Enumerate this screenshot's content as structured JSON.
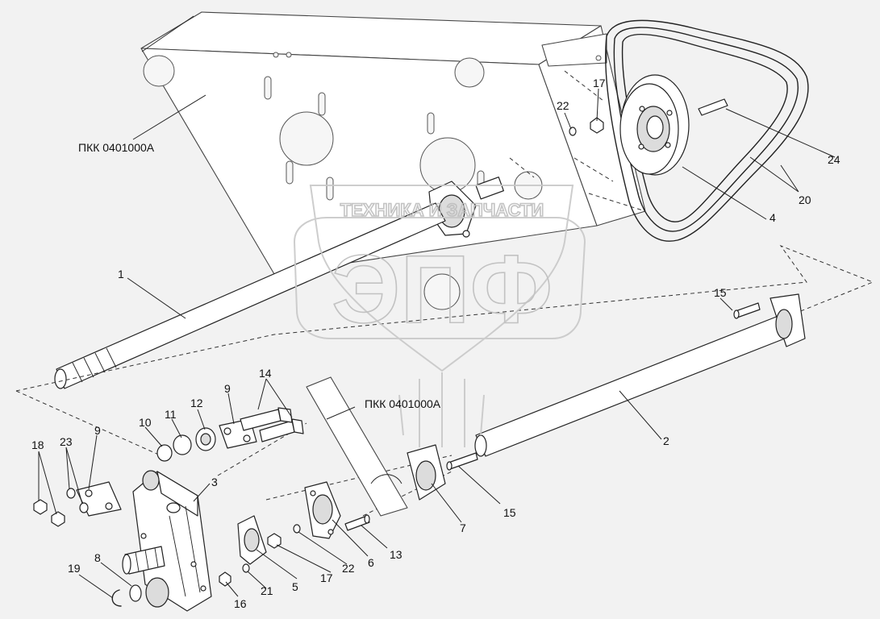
{
  "diagram": {
    "assembly_labels": [
      {
        "id": "frame-top",
        "text": "ПКК 0401000А"
      },
      {
        "id": "frame-bottom",
        "text": "ПКК 0401000А"
      }
    ],
    "watermark": {
      "brand": "ЭПФ",
      "tagline": "ТЕХНИКА И ЗАПЧАСТИ"
    },
    "callouts": [
      "1",
      "2",
      "3",
      "4",
      "5",
      "6",
      "7",
      "8",
      "9",
      "9",
      "10",
      "11",
      "12",
      "13",
      "14",
      "15",
      "15",
      "16",
      "17",
      "17",
      "18",
      "19",
      "20",
      "21",
      "22",
      "22",
      "23",
      "24"
    ]
  }
}
